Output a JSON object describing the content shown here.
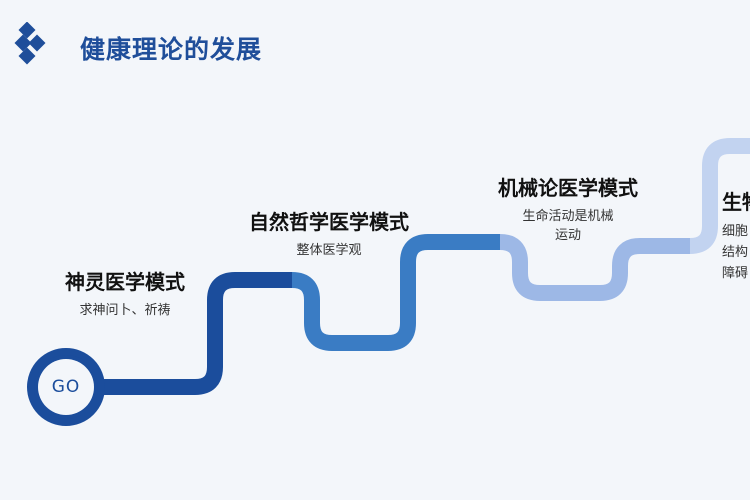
{
  "title": "健康理论的发展",
  "go_label": "GO",
  "stages": [
    {
      "name": "神灵医学模式",
      "desc": "求神问卜、祈祷"
    },
    {
      "name": "自然哲学医学模式",
      "desc": "整体医学观"
    },
    {
      "name": "机械论医学模式",
      "desc": "生命活动是机械运动"
    },
    {
      "name": "生物",
      "desc": "细胞\n结构\n障碍"
    }
  ],
  "colors": {
    "title": "#1f4e9a",
    "segment_1": "#1b4d9c",
    "segment_2": "#3a7cc4",
    "segment_3": "#9db8e6",
    "segment_4": "#c2d3f0"
  }
}
